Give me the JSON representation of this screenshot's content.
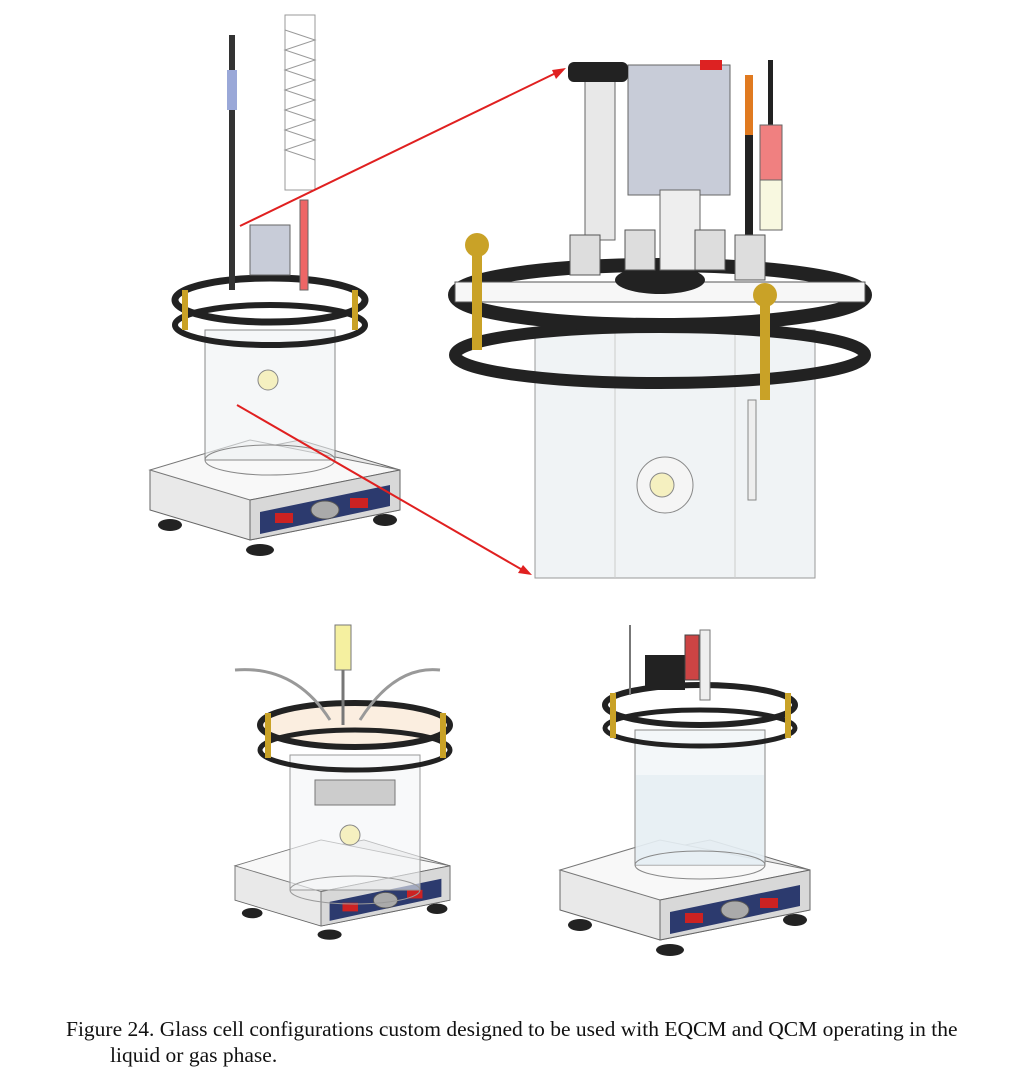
{
  "figure": {
    "caption_line1": "Figure 24. Glass cell configurations custom designed to be used with EQCM and QCM operating in the",
    "caption_line2": "liquid or gas phase.",
    "panels": [
      "overview-cell-with-condenser",
      "zoomed-cell-top",
      "gas-phase-cell",
      "liquid-phase-qcm-cell"
    ],
    "colors": {
      "arrow": "#e02020",
      "ring": "#222222",
      "brass": "#c9a227",
      "glass": "#dfe6ea",
      "plate": "#f2f2f2",
      "panel": "#2c3a6e"
    }
  }
}
